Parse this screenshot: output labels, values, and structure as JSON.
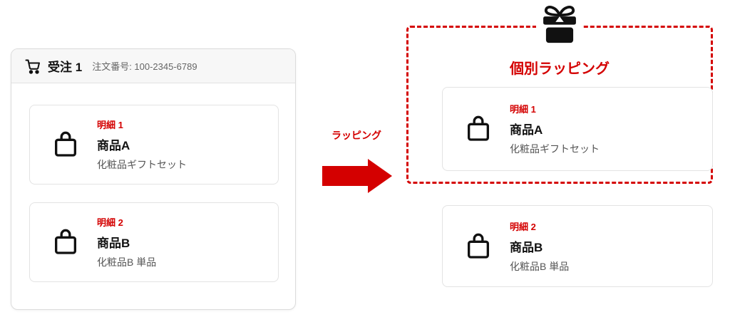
{
  "colors": {
    "accent_red": "#d40000",
    "card_border": "#e3e3e3",
    "header_bg": "#f7f7f7",
    "text_dark": "#111111",
    "text_gray": "#555555"
  },
  "order_card": {
    "title": "受注 1",
    "order_number": "注文番号: 100-2345-6789",
    "items": [
      {
        "detail_label": "明細 1",
        "name": "商品A",
        "description": "化粧品ギフトセット"
      },
      {
        "detail_label": "明細 2",
        "name": "商品B",
        "description": "化粧品B 単品"
      }
    ]
  },
  "arrow": {
    "label": "ラッピング"
  },
  "result": {
    "wrap_title": "個別ラッピング",
    "wrapped_item": {
      "detail_label": "明細 1",
      "name": "商品A",
      "description": "化粧品ギフトセット"
    },
    "unwrapped_item": {
      "detail_label": "明細 2",
      "name": "商品B",
      "description": "化粧品B 単品"
    }
  },
  "icons": {
    "cart": "cart-icon",
    "bag": "shopping-bag-icon",
    "gift": "gift-icon"
  }
}
